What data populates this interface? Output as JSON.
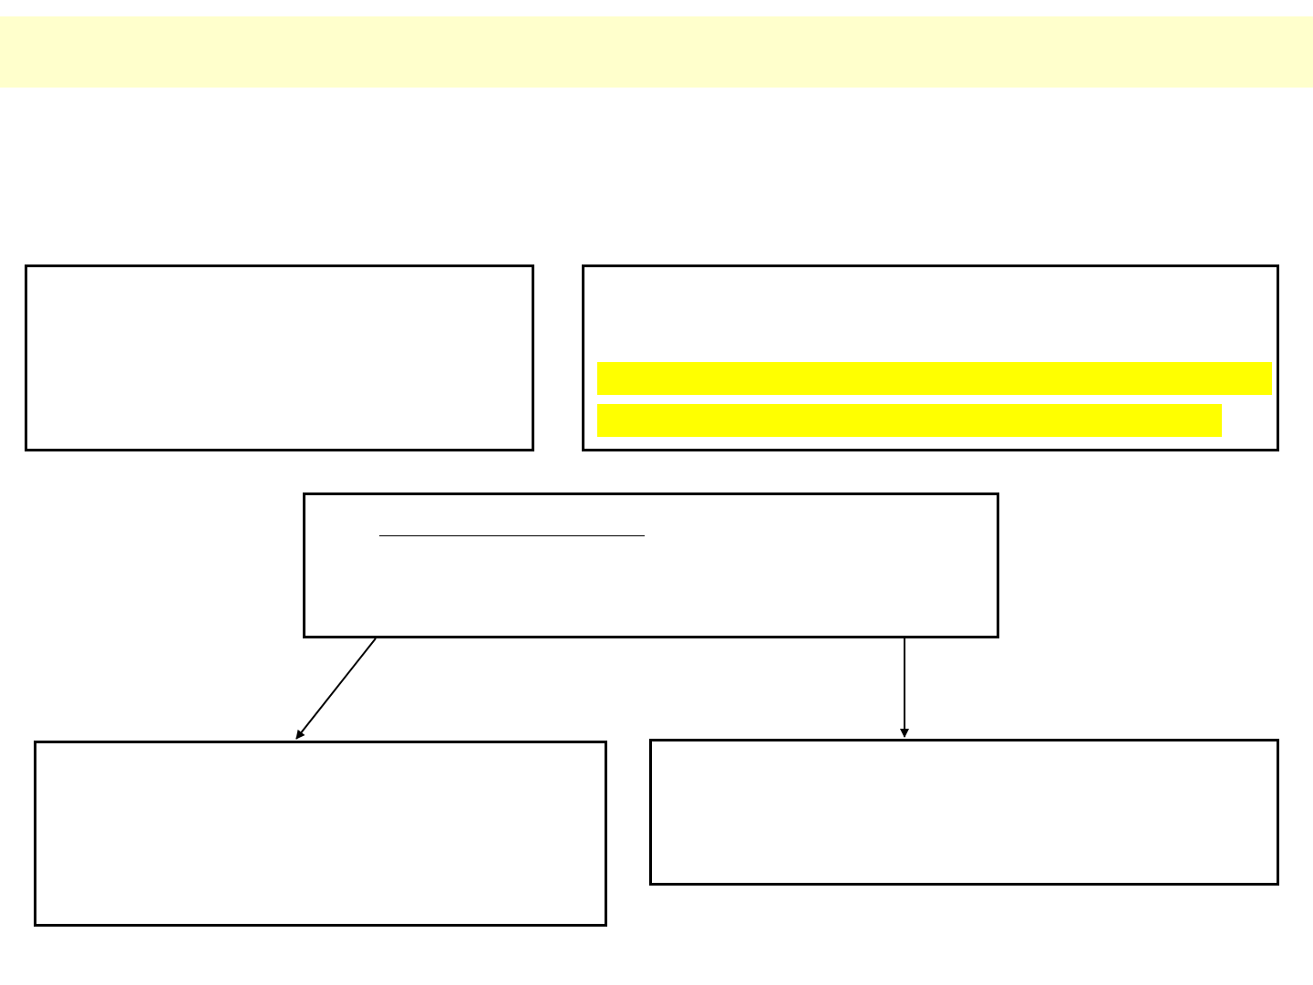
{
  "colors": {
    "title_bar": "#ffffcc",
    "highlight": "#ffff00",
    "border": "#000000"
  },
  "diagram": {
    "nodes": [
      {
        "id": "top-left",
        "text": ""
      },
      {
        "id": "top-right",
        "text": "",
        "highlighted_lines": 2
      },
      {
        "id": "middle",
        "text": ""
      },
      {
        "id": "bottom-left",
        "text": ""
      },
      {
        "id": "bottom-right",
        "text": ""
      }
    ],
    "edges": [
      {
        "from": "middle",
        "to": "bottom-left"
      },
      {
        "from": "middle",
        "to": "bottom-right"
      }
    ]
  }
}
